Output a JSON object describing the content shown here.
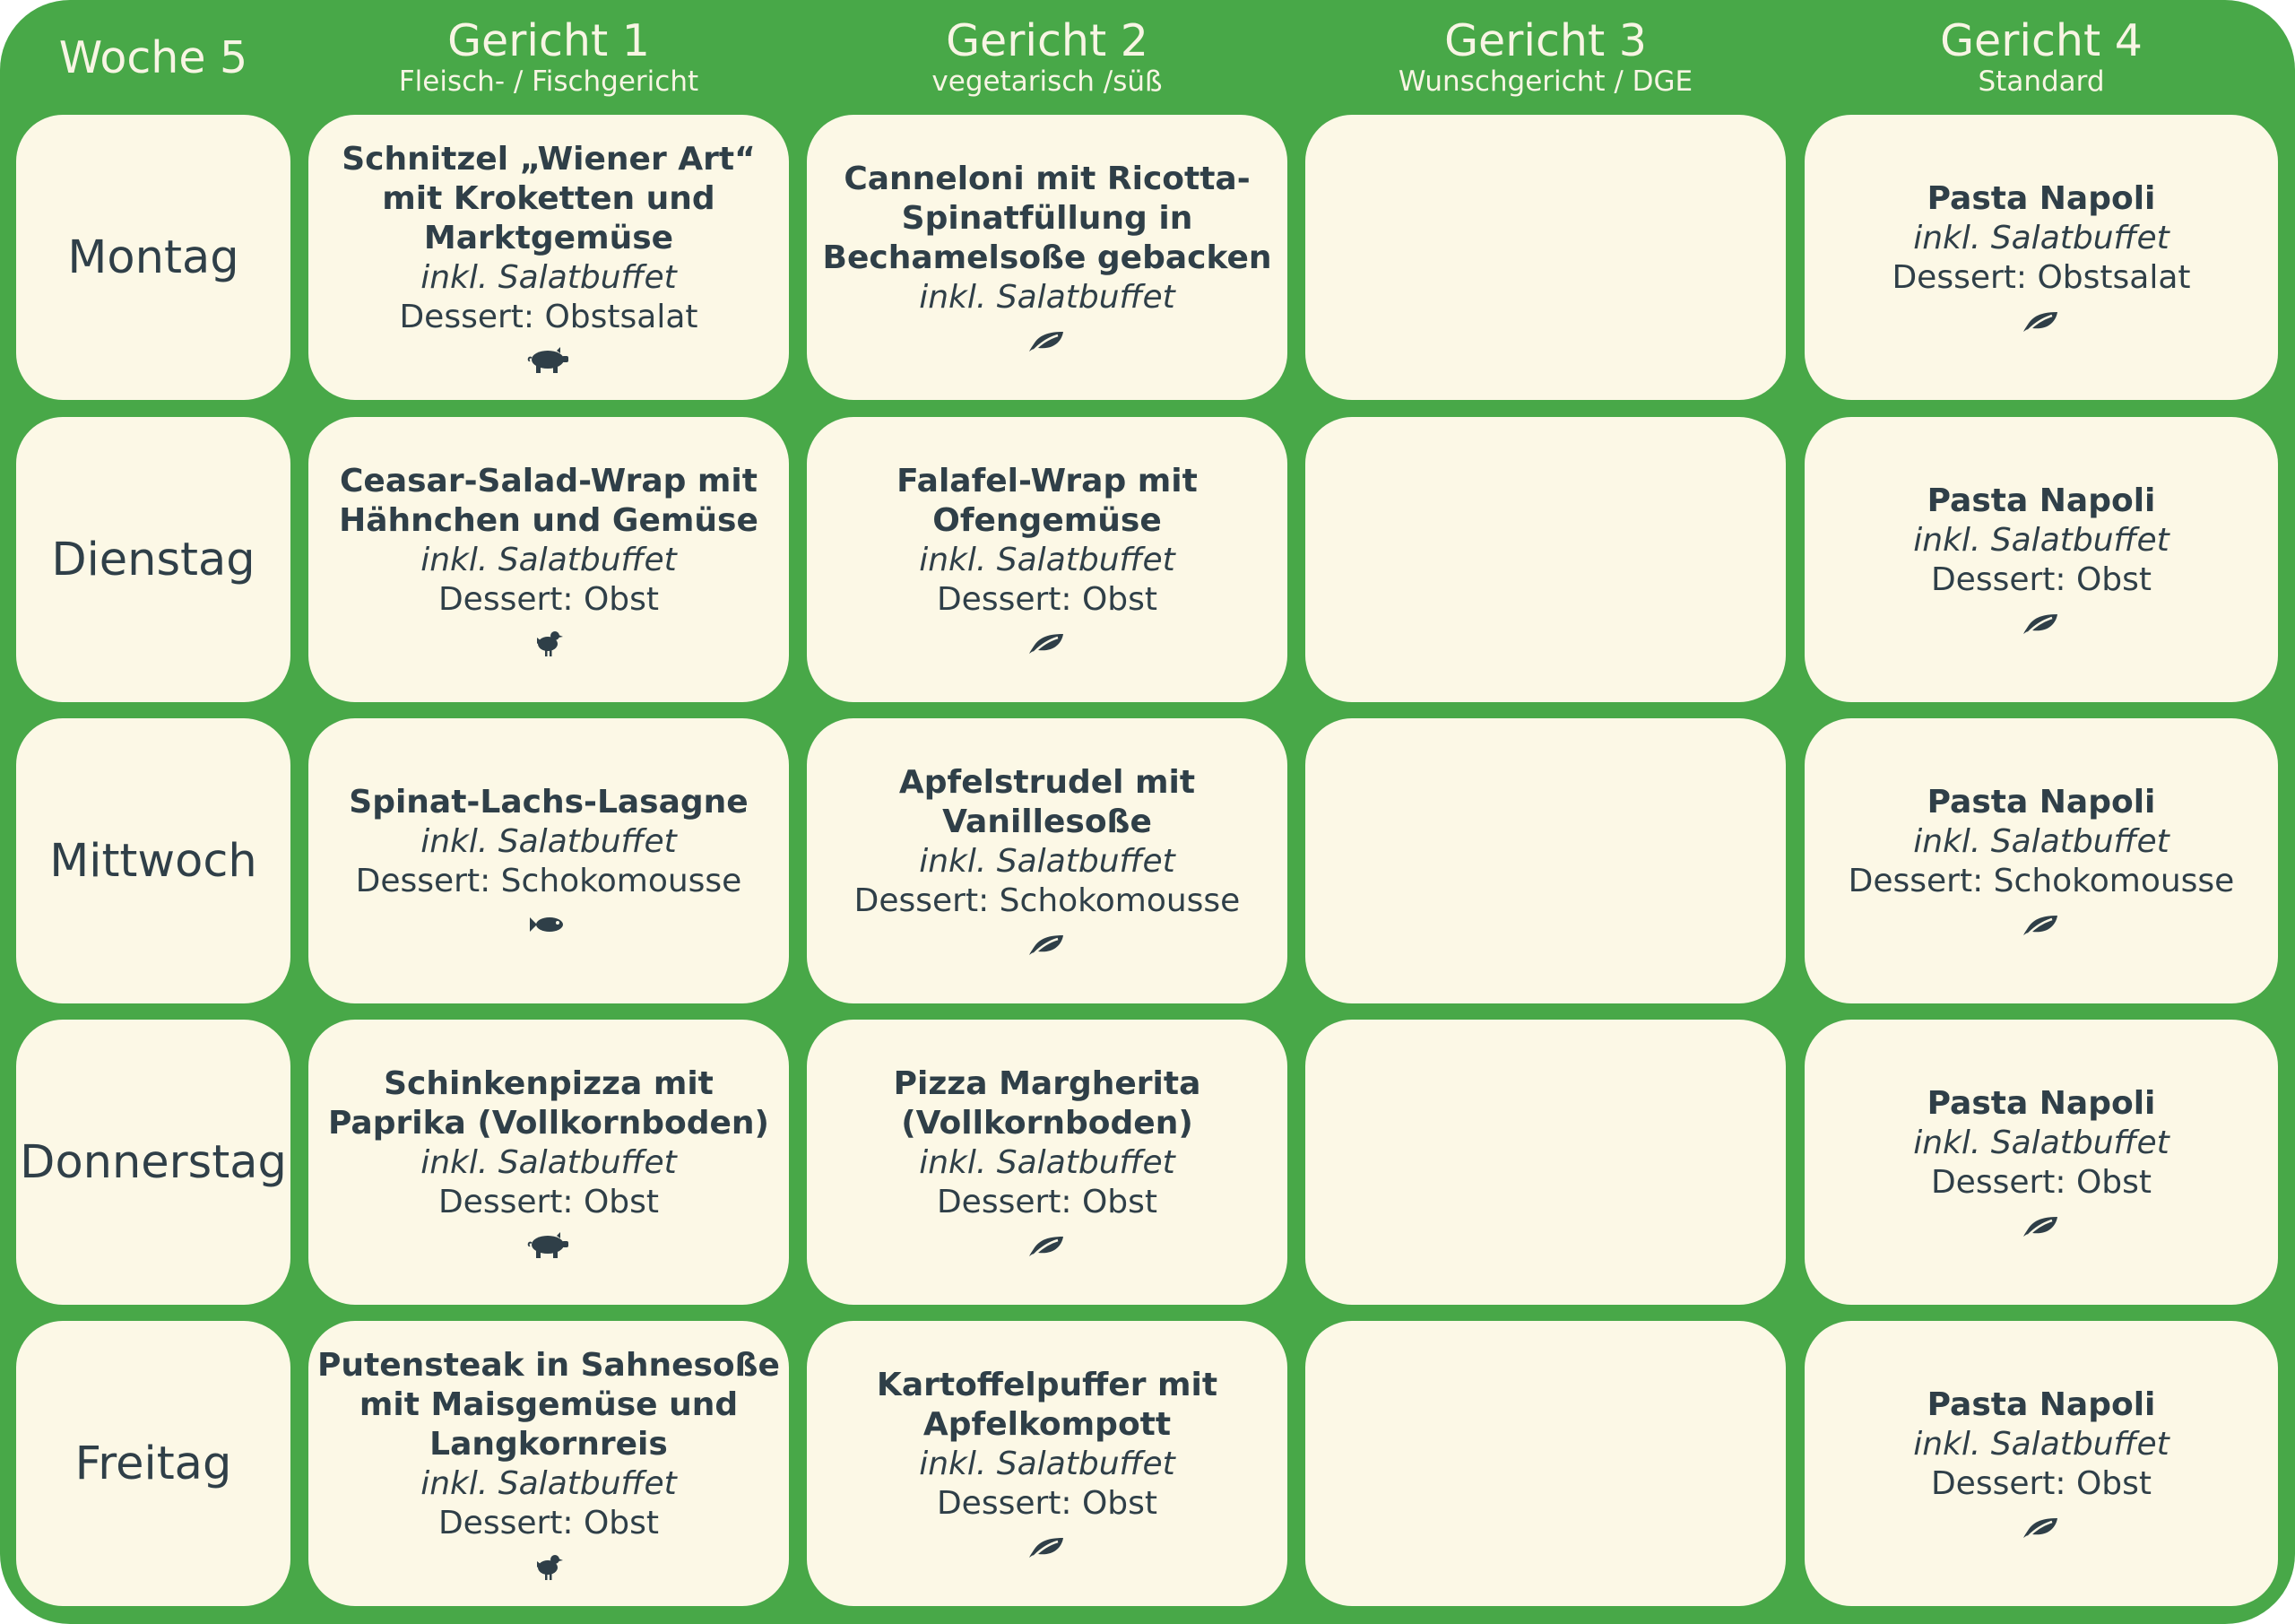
{
  "header": {
    "week": "Woche 5",
    "columns": [
      {
        "title": "Gericht 1",
        "subtitle": "Fleisch- / Fischgericht"
      },
      {
        "title": "Gericht 2",
        "subtitle": "vegetarisch /süß"
      },
      {
        "title": "Gericht 3",
        "subtitle": "Wunschgericht / DGE"
      },
      {
        "title": "Gericht 4",
        "subtitle": "Standard"
      }
    ]
  },
  "days": [
    {
      "day": "Montag",
      "meals": [
        {
          "name": "Schnitzel „Wiener Art“ mit Kroketten und Marktgemüse",
          "extra": "inkl. Salatbuffet",
          "dessert": "Dessert: Obstsalat",
          "icon": "pig-icon"
        },
        {
          "name": "Canneloni mit Ricotta-Spinatfüllung in Bechamelsoße gebacken",
          "extra": "inkl. Salatbuffet",
          "dessert": "",
          "icon": "leaf-icon"
        },
        {
          "name": "",
          "extra": "",
          "dessert": "",
          "icon": ""
        },
        {
          "name": "Pasta Napoli",
          "extra": "inkl. Salatbuffet",
          "dessert": "Dessert: Obstsalat",
          "icon": "leaf-icon"
        }
      ]
    },
    {
      "day": "Dienstag",
      "meals": [
        {
          "name": "Ceasar-Salad-Wrap mit Hähnchen und Gemüse",
          "extra": "inkl. Salatbuffet",
          "dessert": "Dessert: Obst",
          "icon": "chicken-icon"
        },
        {
          "name": "Falafel-Wrap mit Ofengemüse",
          "extra": "inkl. Salatbuffet",
          "dessert": "Dessert: Obst",
          "icon": "leaf-icon"
        },
        {
          "name": "",
          "extra": "",
          "dessert": "",
          "icon": ""
        },
        {
          "name": "Pasta Napoli",
          "extra": "inkl. Salatbuffet",
          "dessert": "Dessert: Obst",
          "icon": "leaf-icon"
        }
      ]
    },
    {
      "day": "Mittwoch",
      "meals": [
        {
          "name": "Spinat-Lachs-Lasagne",
          "extra": "inkl. Salatbuffet",
          "dessert": "Dessert: Schokomousse",
          "icon": "fish-icon"
        },
        {
          "name": "Apfelstrudel mit Vanillesoße",
          "extra": "inkl. Salatbuffet",
          "dessert": "Dessert: Schokomousse",
          "icon": "leaf-icon"
        },
        {
          "name": "",
          "extra": "",
          "dessert": "",
          "icon": ""
        },
        {
          "name": "Pasta Napoli",
          "extra": "inkl. Salatbuffet",
          "dessert": "Dessert: Schokomousse",
          "icon": "leaf-icon"
        }
      ]
    },
    {
      "day": "Donnerstag",
      "meals": [
        {
          "name": "Schinkenpizza mit Paprika (Vollkornboden)",
          "extra": "inkl. Salatbuffet",
          "dessert": "Dessert: Obst",
          "icon": "pig-icon"
        },
        {
          "name": "Pizza Margherita (Vollkornboden)",
          "extra": "inkl. Salatbuffet",
          "dessert": "Dessert: Obst",
          "icon": "leaf-icon"
        },
        {
          "name": "",
          "extra": "",
          "dessert": "",
          "icon": ""
        },
        {
          "name": "Pasta Napoli",
          "extra": "inkl. Salatbuffet",
          "dessert": "Dessert: Obst",
          "icon": "leaf-icon"
        }
      ]
    },
    {
      "day": "Freitag",
      "meals": [
        {
          "name": "Putensteak in Sahnesoße mit Maisgemüse und Langkornreis",
          "extra": "inkl. Salatbuffet",
          "dessert": "Dessert: Obst",
          "icon": "chicken-icon"
        },
        {
          "name": "Kartoffelpuffer mit Apfelkompott",
          "extra": "inkl. Salatbuffet",
          "dessert": "Dessert: Obst",
          "icon": "leaf-icon"
        },
        {
          "name": "",
          "extra": "",
          "dessert": "",
          "icon": ""
        },
        {
          "name": "Pasta Napoli",
          "extra": "inkl. Salatbuffet",
          "dessert": "Dessert: Obst",
          "icon": "leaf-icon"
        }
      ]
    }
  ],
  "colors": {
    "board": "#48a848",
    "card": "#fcf8e6",
    "text": "#2f3f48",
    "header_text": "#f8f5e4"
  }
}
